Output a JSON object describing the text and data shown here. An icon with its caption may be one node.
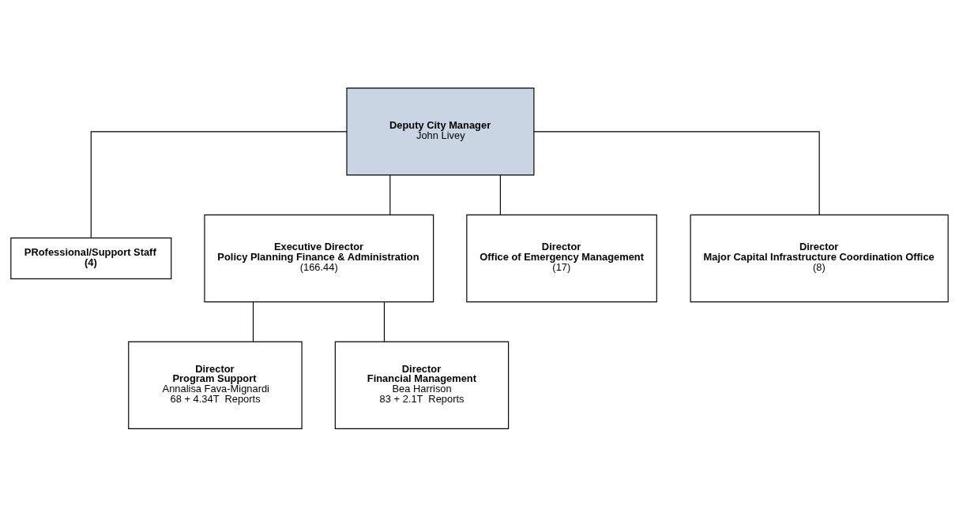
{
  "diagram": {
    "nodes": [
      {
        "text": [
          "Deputy City Manager",
          "John Livey"
        ]
      },
      {
        "text": [
          "PRofessional/Support Staff",
          "(4)"
        ]
      },
      {
        "text": [
          "Executive Director",
          "Policy Planning Finance & Administration",
          "(166.44)"
        ]
      },
      {
        "text": [
          "Director",
          "Office of Emergency Management",
          "(17)"
        ]
      },
      {
        "text": [
          "Director",
          "Major Capital Infrastructure Coordination Office",
          "(8)"
        ]
      },
      {
        "text": [
          "Director",
          "Program Support",
          "Annalisa Fava-Mignardi",
          "68 + 4.34T  Reports"
        ]
      },
      {
        "text": [
          "Director",
          "Financial Management",
          "Bea Harrison",
          "83 + 2.1T  Reports"
        ]
      }
    ],
    "edges": [
      {
        "from": 0,
        "to": 1,
        "arrow": "none"
      },
      {
        "from": 0,
        "to": 2,
        "arrow": "none"
      },
      {
        "from": 0,
        "to": 3,
        "arrow": "none"
      },
      {
        "from": 0,
        "to": 4,
        "arrow": "none"
      },
      {
        "from": 2,
        "to": 5,
        "arrow": "none"
      },
      {
        "from": 2,
        "to": 6,
        "arrow": "none"
      }
    ]
  }
}
